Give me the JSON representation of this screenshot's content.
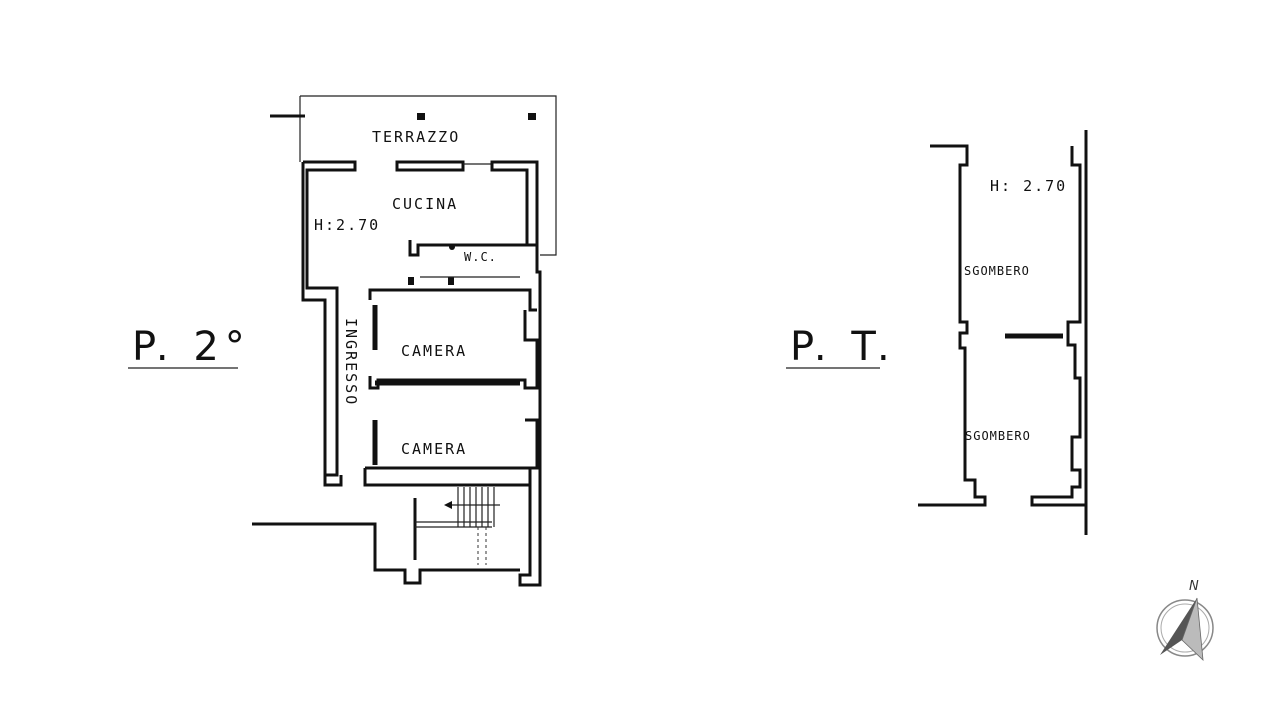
{
  "plan_left": {
    "floor_label": "P. 2°",
    "height_label": "H:2.70",
    "rooms": {
      "terrace": "TERRAZZO",
      "kitchen": "CUCINA",
      "wc": "W.C.",
      "entrance": "INGRESSO",
      "bedroom_1": "CAMERA",
      "bedroom_2": "CAMERA"
    }
  },
  "plan_right": {
    "floor_label": "P. T.",
    "height_label": "H: 2.70",
    "rooms": {
      "storage_1": "SGOMBERO",
      "storage_2": "SGOMBERO"
    }
  },
  "compass": {
    "label": "N",
    "icon": "north-arrow-icon"
  }
}
